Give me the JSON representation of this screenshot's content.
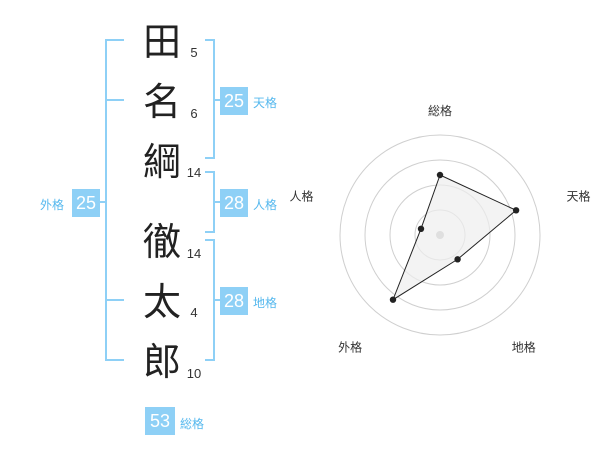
{
  "name": {
    "characters": [
      {
        "char": "田",
        "strokes": "5"
      },
      {
        "char": "名",
        "strokes": "6"
      },
      {
        "char": "綱",
        "strokes": "14"
      },
      {
        "char": "徹",
        "strokes": "14"
      },
      {
        "char": "太",
        "strokes": "4"
      },
      {
        "char": "郎",
        "strokes": "10"
      }
    ]
  },
  "fortunes": {
    "tenkaku": {
      "value": "25",
      "label": "天格"
    },
    "jinkaku": {
      "value": "28",
      "label": "人格"
    },
    "chikaku": {
      "value": "28",
      "label": "地格"
    },
    "gaikaku": {
      "value": "25",
      "label": "外格"
    },
    "soukaku": {
      "value": "53",
      "label": "総格"
    }
  },
  "chart_data": {
    "type": "radar",
    "axes": [
      "総格",
      "天格",
      "地格",
      "外格",
      "人格"
    ],
    "series": [
      {
        "values": [
          3,
          4,
          1.5,
          4,
          1
        ]
      }
    ],
    "range": [
      0,
      5
    ],
    "rings": 4,
    "colors": {
      "line": "#222222",
      "fill": "#eeeeee",
      "ring": "#cfcfcf",
      "center": "#bbbbbb"
    }
  },
  "colors": {
    "accent": "#8ed0f6",
    "bracket": "#8ed0f6",
    "label": "#55b8ee"
  }
}
